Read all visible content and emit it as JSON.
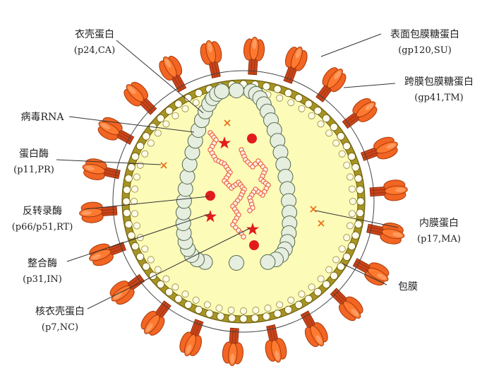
{
  "labels": {
    "capsid": {
      "name": "衣壳蛋白",
      "code": "(p24,CA)"
    },
    "surface_glyco": {
      "name": "表面包膜糖蛋白",
      "code": "(gp120,SU)"
    },
    "transmembrane": {
      "name": "跨膜包膜糖蛋白",
      "code": "(gp41,TM)"
    },
    "viral_rna": {
      "name": "病毒RNA",
      "code": ""
    },
    "protease": {
      "name": "蛋白酶",
      "code": "(p11,PR)"
    },
    "reverse_tx": {
      "name": "反转录酶",
      "code": "(p66/p51,RT)"
    },
    "matrix": {
      "name": "内膜蛋白",
      "code": "(p17,MA)"
    },
    "integrase": {
      "name": "整合酶",
      "code": "(p31,IN)"
    },
    "envelope": {
      "name": "包膜",
      "code": ""
    },
    "nucleocapsid": {
      "name": "核衣壳蛋白",
      "code": "(p7,NC)"
    }
  },
  "colors": {
    "spike": "#ee5a1e",
    "spike_dark": "#b33a10",
    "outer_ring": "#9a8a1a",
    "interior": "#fdfbb8",
    "bead_fill": "#fffbe8",
    "capsid_bead": "#e8efe0",
    "rna": "#f07050",
    "enzyme": "#e01818"
  }
}
